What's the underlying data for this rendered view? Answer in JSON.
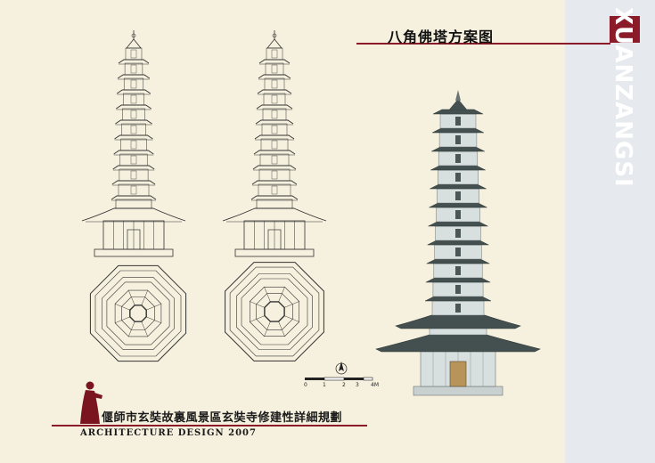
{
  "sheet": {
    "drawing_title": "八角佛塔方案图",
    "vertical_brand": "XUANZANGSI",
    "project_title": "偃師市玄奘故裏風景區玄奘寺修建性詳細規劃",
    "footer_caption": "ARCHITECTURE DESIGN 2007"
  },
  "scale_bar": {
    "labels": [
      "0",
      "1",
      "2",
      "3",
      "4M"
    ]
  },
  "palette": {
    "background": "#f6f1de",
    "side_band": "#e6e9ed",
    "accent": "#8c1b2a",
    "render_wall": "#d7dfdf",
    "render_roof": "#44504f",
    "line": "#333333"
  },
  "icons": {
    "compass": "north-arrow-icon",
    "monk": "monk-silhouette-icon"
  }
}
